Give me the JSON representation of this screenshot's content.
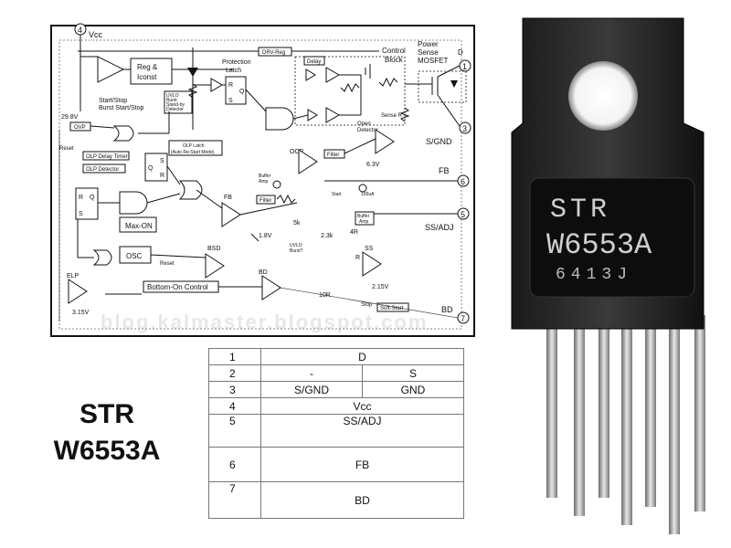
{
  "schematic": {
    "pins": {
      "vcc": {
        "num": "4",
        "label": "Vcc"
      },
      "d": {
        "num": "1",
        "label": "D"
      },
      "sgnd": {
        "num": "3",
        "label": "S/GND"
      },
      "fb": {
        "num": "6",
        "label": "FB"
      },
      "ssadj": {
        "num": "5",
        "label": "SS/ADJ"
      },
      "bd": {
        "num": "7",
        "label": "BD"
      }
    },
    "labels": {
      "reg": "Reg &",
      "iconst": "Iconst",
      "drv_reg": "DRV-Reg",
      "control_block_1": "Control",
      "control_block_2": "Block",
      "power_1": "Power",
      "power_2": "Sense",
      "power_3": "MOSFET",
      "protection_1": "Protection",
      "protection_2": "Latch",
      "delay": "Delay",
      "uvlo_1": "UVLO",
      "uvlo_2": "Burst",
      "uvlo_3": "Stand-by",
      "uvlo_4": "Detector",
      "start_stop_1": "Start/Stop",
      "start_stop_2": "Burst Start/Stop",
      "v298": "29.8V",
      "ovp": "OVP",
      "sense_r": "Sense R",
      "open_1": "Open",
      "open_2": "Detector",
      "olp_latch_1": "OLP Latch",
      "olp_latch_2": "(Auto Re-Start Mode)",
      "reset1": "Reset",
      "olp_delay": "OLP Delay Timer",
      "olp_det": "OLP Detector",
      "ocp": "OCP",
      "filter1": "Filter",
      "v63": "6.3V",
      "buffer_1": "Buffer",
      "buffer_2": "Amp",
      "fb_amp": "FB",
      "filter2": "Filter",
      "start": "Start",
      "ua100": "100uA",
      "k5": "5k",
      "k23": "2.3k",
      "r4": "4R",
      "r1": "R",
      "buffer2_1": "Buffer",
      "buffer2_2": "Amp",
      "max_on": "Max-ON",
      "osc": "OSC",
      "reset2": "Reset",
      "bsd": "BSD",
      "v18": "1.8V",
      "uvlo2_1": "UVLO",
      "uvlo2_2": "Burst?",
      "ss": "SS",
      "bd_amp": "BD",
      "elp": "ELP",
      "bottom_on": "Bottom-On Control",
      "r10": "10R",
      "v215": "2.15V",
      "v315": "3.15V",
      "stop": "Stop",
      "soft_start": "Soft-Start",
      "q1": "Q",
      "r_1": "R",
      "s_1": "S",
      "q2": "Q",
      "s_2": "S",
      "r_2": "R",
      "r_3": "R",
      "q3": "Q",
      "s_3": "S"
    }
  },
  "pin_table": {
    "rows": [
      {
        "num": "1",
        "cells": [
          "D"
        ]
      },
      {
        "num": "2",
        "cells": [
          "-",
          "S"
        ]
      },
      {
        "num": "3",
        "cells": [
          "S/GND",
          "GND"
        ]
      },
      {
        "num": "4",
        "cells": [
          "Vcc"
        ]
      },
      {
        "num": "5",
        "cells": [
          "SS/ADJ"
        ]
      },
      {
        "num": "6",
        "cells": [
          "FB"
        ]
      },
      {
        "num": "7",
        "cells": [
          "BD"
        ]
      }
    ]
  },
  "part_label": {
    "line1": "STR",
    "line2": "W6553A"
  },
  "photo": {
    "marking_1": "STR",
    "marking_2": "W6553A",
    "marking_3": "6413J"
  },
  "watermark": "blog.kalmaster.blogspot.com"
}
